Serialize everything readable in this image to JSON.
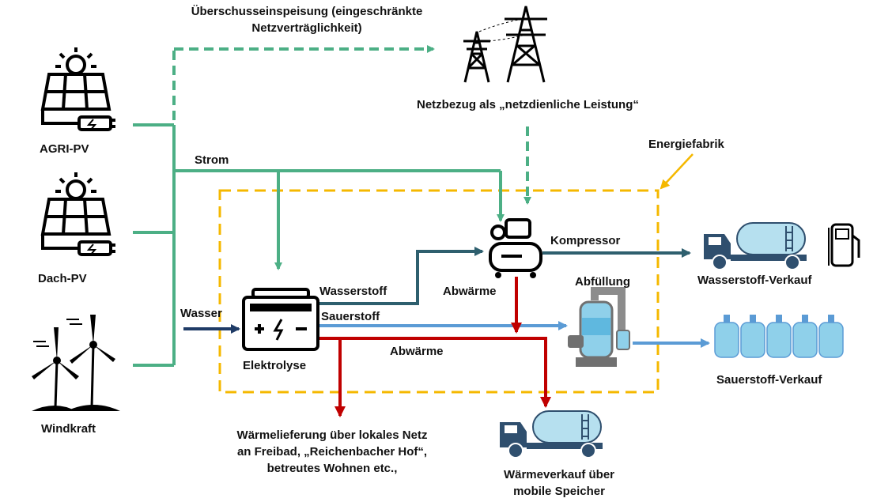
{
  "sources": {
    "agri_pv": "AGRI-PV",
    "dach_pv": "Dach-PV",
    "windkraft": "Windkraft"
  },
  "grid": {
    "feed_in_line1": "Überschusseinspeisung (eingeschränkte",
    "feed_in_line2": "Netzverträglichkeit)",
    "supply": "Netzbezug als „netzdienliche Leistung“"
  },
  "flows": {
    "strom": "Strom",
    "wasser": "Wasser",
    "wasserstoff": "Wasserstoff",
    "sauerstoff": "Sauerstoff",
    "abwaerme_compressor": "Abwärme",
    "abwaerme_electrolysis": "Abwärme",
    "kompressor": "Kompressor"
  },
  "factory": {
    "label": "Energiefabrik",
    "elektrolyse": "Elektrolyse",
    "abfuellung": "Abfüllung"
  },
  "outputs": {
    "wasserstoff_verkauf": "Wasserstoff-Verkauf",
    "sauerstoff_verkauf": "Sauerstoff-Verkauf",
    "waerme_local_1": "Wärmelieferung über lokales Netz",
    "waerme_local_2": "an Freibad, „Reichenbacher Hof“,",
    "waerme_local_3": "betreutes Wohnen etc.,",
    "waerme_mobile_1": "Wärmeverkauf über",
    "waerme_mobile_2": "mobile Speicher"
  },
  "colors": {
    "strom": "#4caf85",
    "wasser": "#1f3b66",
    "wasserstoff": "#2e5f6e",
    "sauerstoff": "#5b9bd5",
    "abwaerme": "#c00000",
    "energiefabrik": "#f5b800",
    "tank": "#b6e0ef",
    "truck": "#2f4f6e"
  }
}
